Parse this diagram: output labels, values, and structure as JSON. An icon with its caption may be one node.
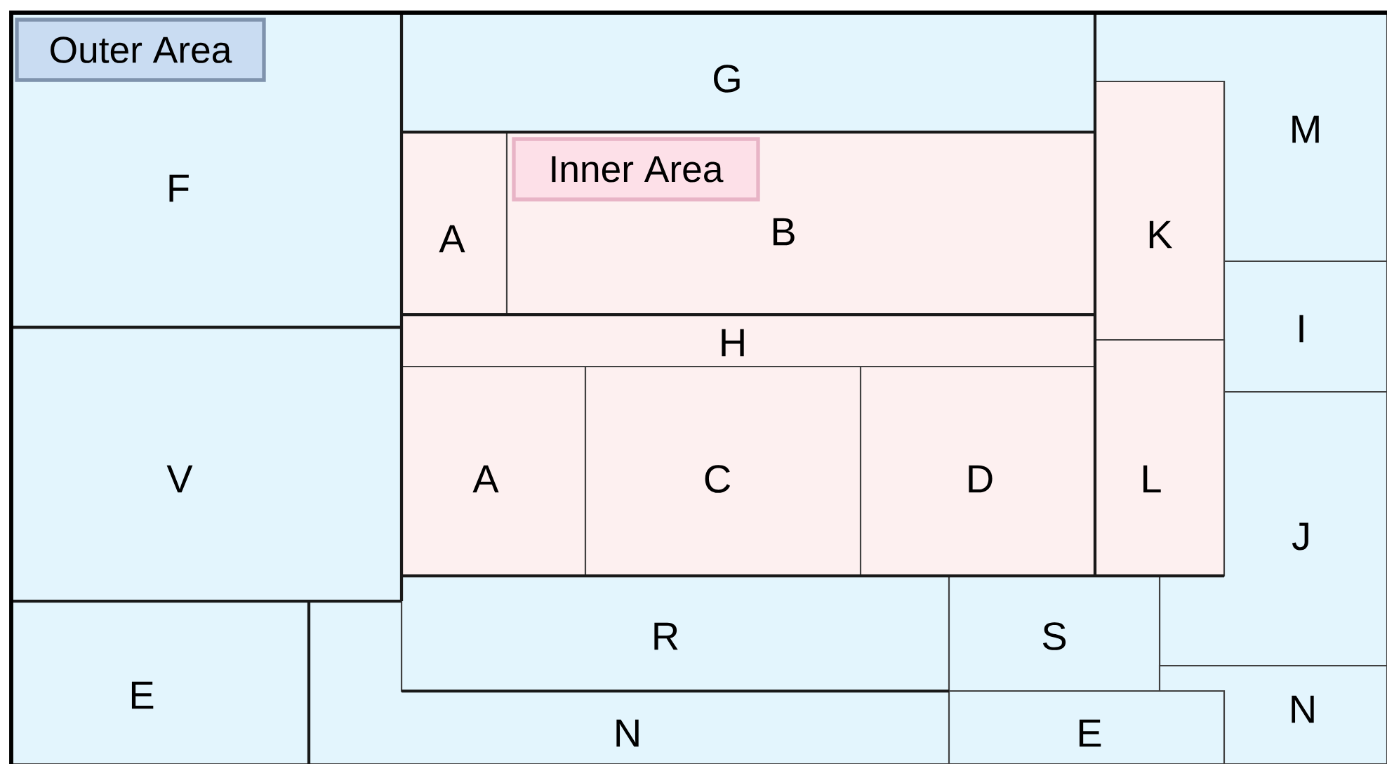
{
  "diagram": {
    "nodes": [
      {
        "text": [
          "F"
        ]
      },
      {
        "text": [
          "Outer Area"
        ],
        "in": 0
      },
      {
        "text": [
          "G"
        ]
      },
      {
        "text": [
          "M"
        ]
      },
      {
        "text": [
          "A"
        ]
      },
      {
        "text": [
          "B"
        ]
      },
      {
        "text": [
          "Inner Area"
        ],
        "in": 5
      },
      {
        "text": [
          "K"
        ]
      },
      {
        "text": [
          "H"
        ]
      },
      {
        "text": [
          "I"
        ]
      },
      {
        "text": [
          "V"
        ]
      },
      {
        "text": [
          "A"
        ]
      },
      {
        "text": [
          "C"
        ]
      },
      {
        "text": [
          "D"
        ]
      },
      {
        "text": [
          "L"
        ]
      },
      {
        "text": [
          "J"
        ]
      },
      {
        "text": [
          "R"
        ]
      },
      {
        "text": [
          "S"
        ]
      },
      {
        "text": [
          "E"
        ]
      },
      {
        "text": [
          "N"
        ]
      },
      {
        "text": [
          "E"
        ]
      },
      {
        "text": [
          "N"
        ]
      }
    ]
  }
}
